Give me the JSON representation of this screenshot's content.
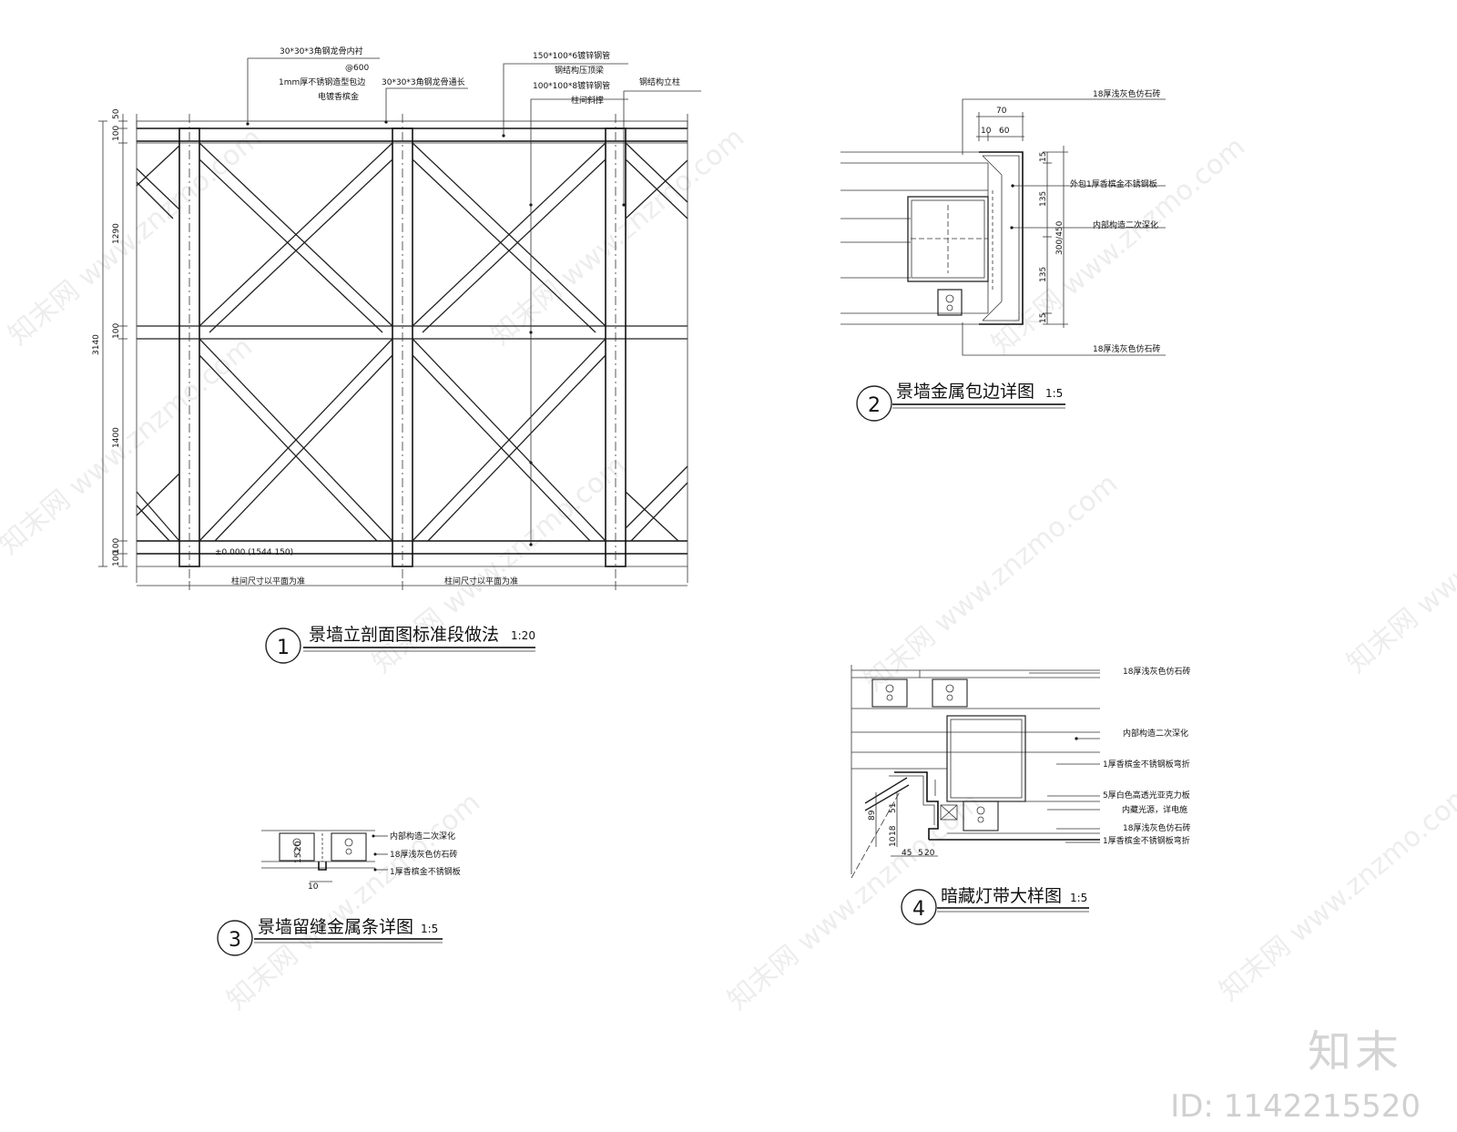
{
  "watermark": {
    "text": "知末网 www.znzmo.com"
  },
  "brand": {
    "logo_text": "知末",
    "image_id": "ID: 1142215520"
  },
  "detail1": {
    "number": "1",
    "title": "景墙立剖面图标准段做法",
    "scale": "1:20",
    "notes": {
      "n1": "30*30*3角钢龙骨内衬",
      "n1b": "@600",
      "n2": "1mm厚不锈钢造型包边",
      "n2b": "电镀香槟金",
      "n3": "30*30*3角钢龙骨通长",
      "n4": "150*100*6镀锌钢管",
      "n4b": "钢结构压顶梁",
      "n5": "100*100*8镀锌钢管",
      "n5b": "柱间斜撑",
      "n6": "钢结构立柱"
    },
    "dims": {
      "d50": "50",
      "d100a": "100",
      "d1290": "1290",
      "d100b": "100",
      "d3140": "3140",
      "d1400": "1400",
      "d100c": "100",
      "d100d": "100",
      "span_a": "柱间尺寸以平面为准",
      "span_b": "柱间尺寸以平面为准",
      "level": "±0.000 (1544.150)"
    }
  },
  "detail2": {
    "number": "2",
    "title": "景墙金属包边详图",
    "scale": "1:5",
    "notes": {
      "top": "18厚浅灰色仿石砖",
      "wrap": "外包1厚香槟金不锈钢板",
      "inner": "内部构造二次深化",
      "bottom": "18厚浅灰色仿石砖"
    },
    "dims": {
      "d70": "70",
      "d10": "10",
      "d60": "60",
      "d15a": "15",
      "d135a": "135",
      "d300": "300/450",
      "d135b": "135",
      "d15b": "15"
    }
  },
  "detail3": {
    "number": "3",
    "title": "景墙留缝金属条详图",
    "scale": "1:5",
    "notes": {
      "inner": "内部构造二次深化",
      "stone": "18厚浅灰色仿石砖",
      "steel": "1厚香槟金不锈钢板"
    },
    "dims": {
      "d15": "15",
      "d20": "20",
      "d10": "10"
    }
  },
  "detail4": {
    "number": "4",
    "title": "暗藏灯带大样图",
    "scale": "1:5",
    "notes": {
      "n1": "18厚浅灰色仿石砖",
      "n2": "内部构造二次深化",
      "n3": "1厚香槟金不锈钢板弯折",
      "n4": "5厚白色高透光亚克力板",
      "n5": "内藏光源，详电施",
      "n6": "18厚浅灰色仿石砖",
      "n7": "1厚香槟金不锈钢板弯折"
    },
    "dims": {
      "d89": "89",
      "d51": "51",
      "d18": "18",
      "d10": "10",
      "d45": "45",
      "d5": "5",
      "d20": "20"
    }
  }
}
